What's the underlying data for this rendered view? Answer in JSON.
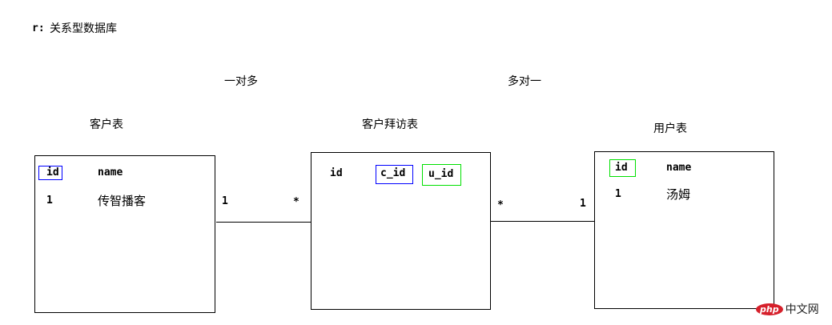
{
  "title": {
    "prefix": "r:",
    "text": "关系型数据库"
  },
  "relations": {
    "one_to_many": "一对多",
    "many_to_one": "多对一"
  },
  "tables": {
    "customer": {
      "name": "客户表",
      "columns": [
        "id",
        "name"
      ],
      "row": [
        "1",
        "传智播客"
      ]
    },
    "visit": {
      "name": "客户拜访表",
      "columns": [
        "id",
        "c_id",
        "u_id"
      ]
    },
    "user": {
      "name": "用户表",
      "columns": [
        "id",
        "name"
      ],
      "row": [
        "1",
        "汤姆"
      ]
    }
  },
  "cardinality": {
    "left_one": "1",
    "left_many": "*",
    "right_many": "*",
    "right_one": "1"
  },
  "watermark": {
    "logo": "php",
    "text": "中文网"
  },
  "colors": {
    "fk_customer": "#0000ff",
    "fk_user": "#00e000"
  }
}
